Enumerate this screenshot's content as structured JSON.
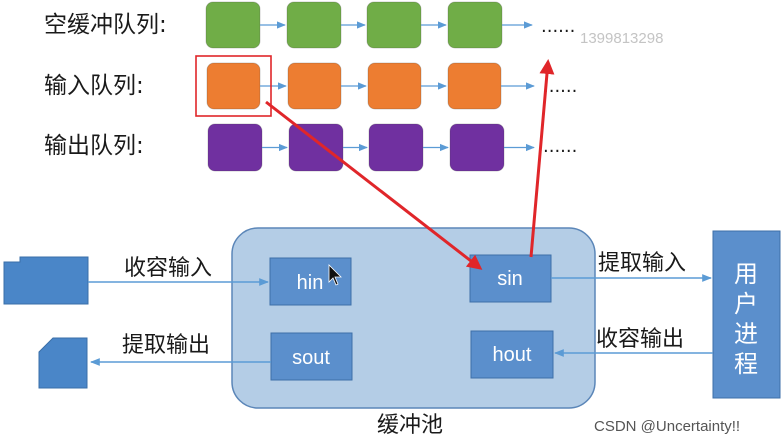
{
  "colors": {
    "empty_queue": "#70ad47",
    "input_queue": "#ed7d31",
    "output_queue": "#7030a0",
    "pool_fill": "#b4cde6",
    "pool_stroke": "#5b86b8",
    "slot_fill": "#5b8fcc",
    "process_fill": "#5b8fcc",
    "link_color": "#5b9bd5",
    "highlight_red": "#e0262a"
  },
  "queues": {
    "empty": {
      "label": "空缓冲队列:",
      "ellipsis": "......"
    },
    "input": {
      "label": "输入队列:",
      "ellipsis": "......"
    },
    "output": {
      "label": "输出队列:",
      "ellipsis": "......"
    }
  },
  "watermark": "1399813298",
  "pool": {
    "label": "缓冲池",
    "hin": "hin",
    "sin": "sin",
    "sout": "sout",
    "hout": "hout"
  },
  "edges": {
    "accept_input": "收容输入",
    "extract_output": "提取输出",
    "extract_input": "提取输入",
    "accept_output": "收容输出"
  },
  "process": {
    "label": "用户进程",
    "chars": [
      "用",
      "户",
      "进",
      "程"
    ]
  },
  "footer": "CSDN @Uncertainty!!"
}
